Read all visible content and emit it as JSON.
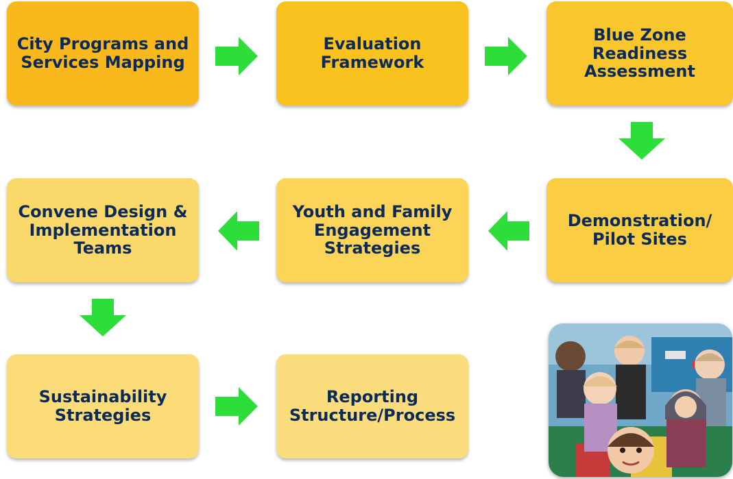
{
  "steps": [
    {
      "label": "City Programs and\nServices Mapping",
      "color": "#f9b81b"
    },
    {
      "label": "Evaluation\nFramework",
      "color": "#f9c21f"
    },
    {
      "label": "Blue Zone\nReadiness\nAssessment",
      "color": "#fac62e"
    },
    {
      "label": "Demonstration/\nPilot Sites",
      "color": "#facd42"
    },
    {
      "label": "Youth and Family\nEngagement\nStrategies",
      "color": "#fbd458"
    },
    {
      "label": "Convene Design &\nImplementation\nTeams",
      "color": "#fbd86a"
    },
    {
      "label": "Sustainability\nStrategies",
      "color": "#fcdc78"
    },
    {
      "label": "Reporting\nStructure/Process",
      "color": "#fcdd7d"
    }
  ],
  "arrow_color": "#2dde3a",
  "icons": {
    "flow_arrow": "arrow-icon",
    "photo": "children-group-photo"
  }
}
